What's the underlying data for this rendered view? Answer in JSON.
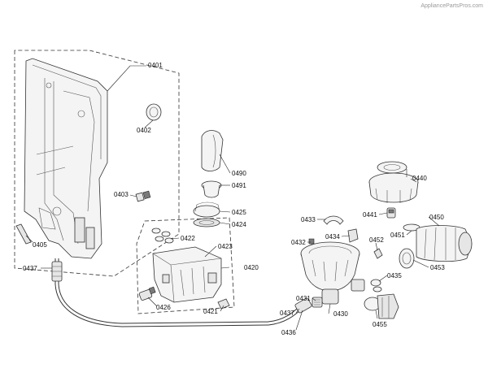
{
  "watermark": "AppliancePartsPros.com",
  "labels": {
    "p0401": "0401",
    "p0402": "0402",
    "p0403": "0403",
    "p0405": "0405",
    "p0437a": "0437",
    "p0490": "0490",
    "p0491": "0491",
    "p0425": "0425",
    "p0424": "0424",
    "p0422": "0422",
    "p0423": "0423",
    "p0420": "0420",
    "p0426": "0426",
    "p0421": "0421",
    "p0433": "0433",
    "p0432": "0432",
    "p0434": "0434",
    "p0431": "0431",
    "p0437b": "0437",
    "p0436": "0436",
    "p0430": "0430",
    "p0440": "0440",
    "p0441": "0441",
    "p0450": "0450",
    "p0451": "0451",
    "p0452": "0452",
    "p0453": "0453",
    "p0435": "0435",
    "p0455": "0455"
  }
}
